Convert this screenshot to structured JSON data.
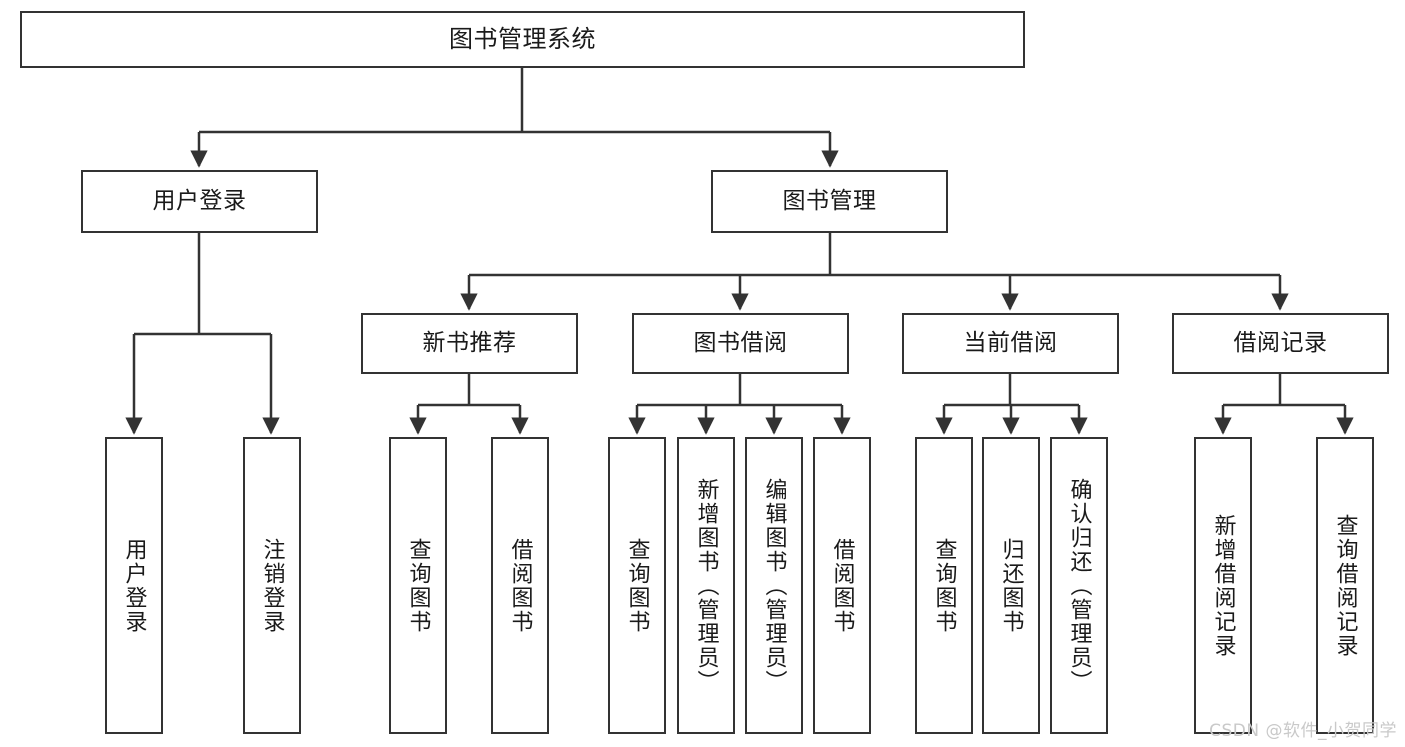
{
  "diagram": {
    "title": "图书管理系统",
    "type": "tree",
    "watermark": "CSDN @软件_小贺同学",
    "colors": {
      "border": "#333333",
      "background": "#ffffff",
      "text": "#1a1a1a",
      "watermark": "#c9c9c9"
    },
    "nodes": {
      "root": {
        "label": "图书管理系统"
      },
      "level2": [
        {
          "id": "user-login",
          "label": "用户登录"
        },
        {
          "id": "book-manage",
          "label": "图书管理"
        }
      ],
      "level3": [
        {
          "id": "new-book-recommend",
          "label": "新书推荐"
        },
        {
          "id": "book-borrow",
          "label": "图书借阅"
        },
        {
          "id": "current-borrow",
          "label": "当前借阅"
        },
        {
          "id": "borrow-record",
          "label": "借阅记录"
        }
      ],
      "leaves": {
        "user-login": [
          {
            "id": "leaf-user-login",
            "label": "用户登录"
          },
          {
            "id": "leaf-user-logout",
            "label": "注销登录"
          }
        ],
        "new-book-recommend": [
          {
            "id": "leaf-query-book-1",
            "label": "查询图书"
          },
          {
            "id": "leaf-borrow-book-1",
            "label": "借阅图书"
          }
        ],
        "book-borrow": [
          {
            "id": "leaf-query-book-2",
            "label": "查询图书"
          },
          {
            "id": "leaf-add-book",
            "label": "新增图书（管理员）"
          },
          {
            "id": "leaf-edit-book",
            "label": "编辑图书（管理员）"
          },
          {
            "id": "leaf-borrow-book-2",
            "label": "借阅图书"
          }
        ],
        "current-borrow": [
          {
            "id": "leaf-query-book-3",
            "label": "查询图书"
          },
          {
            "id": "leaf-return-book",
            "label": "归还图书"
          },
          {
            "id": "leaf-confirm-return",
            "label": "确认归还（管理员）"
          }
        ],
        "borrow-record": [
          {
            "id": "leaf-add-record",
            "label": "新增借阅记录"
          },
          {
            "id": "leaf-query-record",
            "label": "查询借阅记录"
          }
        ]
      }
    }
  }
}
